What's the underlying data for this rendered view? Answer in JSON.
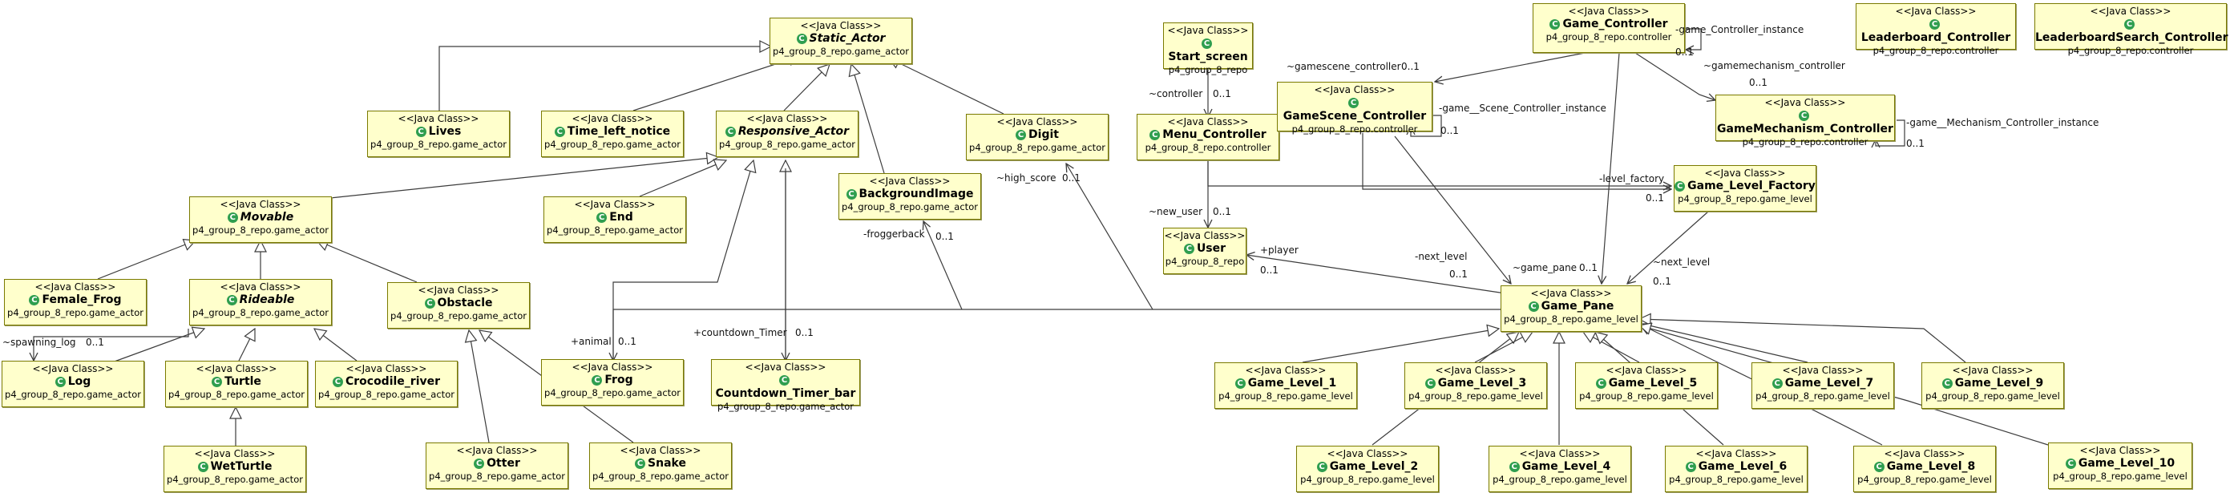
{
  "classes": {
    "static_actor": {
      "stereotype": "<<Java Class>>",
      "name": "Static_Actor",
      "package": "p4_group_8_repo.game_actor"
    },
    "lives": {
      "stereotype": "<<Java Class>>",
      "name": "Lives",
      "package": "p4_group_8_repo.game_actor"
    },
    "time_left_notice": {
      "stereotype": "<<Java Class>>",
      "name": "Time_left_notice",
      "package": "p4_group_8_repo.game_actor"
    },
    "responsive_actor": {
      "stereotype": "<<Java Class>>",
      "name": "Responsive_Actor",
      "package": "p4_group_8_repo.game_actor"
    },
    "digit": {
      "stereotype": "<<Java Class>>",
      "name": "Digit",
      "package": "p4_group_8_repo.game_actor"
    },
    "movable": {
      "stereotype": "<<Java Class>>",
      "name": "Movable",
      "package": "p4_group_8_repo.game_actor"
    },
    "end": {
      "stereotype": "<<Java Class>>",
      "name": "End",
      "package": "p4_group_8_repo.game_actor"
    },
    "background_image": {
      "stereotype": "<<Java Class>>",
      "name": "BackgroundImage",
      "package": "p4_group_8_repo.game_actor"
    },
    "female_frog": {
      "stereotype": "<<Java Class>>",
      "name": "Female_Frog",
      "package": "p4_group_8_repo.game_actor"
    },
    "rideable": {
      "stereotype": "<<Java Class>>",
      "name": "Rideable",
      "package": "p4_group_8_repo.game_actor"
    },
    "obstacle": {
      "stereotype": "<<Java Class>>",
      "name": "Obstacle",
      "package": "p4_group_8_repo.game_actor"
    },
    "log": {
      "stereotype": "<<Java Class>>",
      "name": "Log",
      "package": "p4_group_8_repo.game_actor"
    },
    "turtle": {
      "stereotype": "<<Java Class>>",
      "name": "Turtle",
      "package": "p4_group_8_repo.game_actor"
    },
    "crocodile_river": {
      "stereotype": "<<Java Class>>",
      "name": "Crocodile_river",
      "package": "p4_group_8_repo.game_actor"
    },
    "wet_turtle": {
      "stereotype": "<<Java Class>>",
      "name": "WetTurtle",
      "package": "p4_group_8_repo.game_actor"
    },
    "otter": {
      "stereotype": "<<Java Class>>",
      "name": "Otter",
      "package": "p4_group_8_repo.game_actor"
    },
    "snake": {
      "stereotype": "<<Java Class>>",
      "name": "Snake",
      "package": "p4_group_8_repo.game_actor"
    },
    "frog": {
      "stereotype": "<<Java Class>>",
      "name": "Frog",
      "package": "p4_group_8_repo.game_actor"
    },
    "countdown_timer_bar": {
      "stereotype": "<<Java Class>>",
      "name": "Countdown_Timer_bar",
      "package": "p4_group_8_repo.game_actor"
    },
    "start_screen": {
      "stereotype": "<<Java Class>>",
      "name": "Start_screen",
      "package": "p4_group_8_repo"
    },
    "menu_controller": {
      "stereotype": "<<Java Class>>",
      "name": "Menu_Controller",
      "package": "p4_group_8_repo.controller"
    },
    "user": {
      "stereotype": "<<Java Class>>",
      "name": "User",
      "package": "p4_group_8_repo"
    },
    "game_controller": {
      "stereotype": "<<Java Class>>",
      "name": "Game_Controller",
      "package": "p4_group_8_repo.controller"
    },
    "gamescene_controller": {
      "stereotype": "<<Java Class>>",
      "name": "GameScene_Controller",
      "package": "p4_group_8_repo.controller"
    },
    "leaderboard_controller": {
      "stereotype": "<<Java Class>>",
      "name": "Leaderboard_Controller",
      "package": "p4_group_8_repo.controller"
    },
    "leaderboardsearch_controller": {
      "stereotype": "<<Java Class>>",
      "name": "LeaderboardSearch_Controller",
      "package": "p4_group_8_repo.controller"
    },
    "gamemechanism_controller": {
      "stereotype": "<<Java Class>>",
      "name": "GameMechanism_Controller",
      "package": "p4_group_8_repo.controller"
    },
    "game_level_factory": {
      "stereotype": "<<Java Class>>",
      "name": "Game_Level_Factory",
      "package": "p4_group_8_repo.game_level"
    },
    "game_pane": {
      "stereotype": "<<Java Class>>",
      "name": "Game_Pane",
      "package": "p4_group_8_repo.game_level"
    },
    "game_level_1": {
      "stereotype": "<<Java Class>>",
      "name": "Game_Level_1",
      "package": "p4_group_8_repo.game_level"
    },
    "game_level_2": {
      "stereotype": "<<Java Class>>",
      "name": "Game_Level_2",
      "package": "p4_group_8_repo.game_level"
    },
    "game_level_3": {
      "stereotype": "<<Java Class>>",
      "name": "Game_Level_3",
      "package": "p4_group_8_repo.game_level"
    },
    "game_level_4": {
      "stereotype": "<<Java Class>>",
      "name": "Game_Level_4",
      "package": "p4_group_8_repo.game_level"
    },
    "game_level_5": {
      "stereotype": "<<Java Class>>",
      "name": "Game_Level_5",
      "package": "p4_group_8_repo.game_level"
    },
    "game_level_6": {
      "stereotype": "<<Java Class>>",
      "name": "Game_Level_6",
      "package": "p4_group_8_repo.game_level"
    },
    "game_level_7": {
      "stereotype": "<<Java Class>>",
      "name": "Game_Level_7",
      "package": "p4_group_8_repo.game_level"
    },
    "game_level_8": {
      "stereotype": "<<Java Class>>",
      "name": "Game_Level_8",
      "package": "p4_group_8_repo.game_level"
    },
    "game_level_9": {
      "stereotype": "<<Java Class>>",
      "name": "Game_Level_9",
      "package": "p4_group_8_repo.game_level"
    },
    "game_level_10": {
      "stereotype": "<<Java Class>>",
      "name": "Game_Level_10",
      "package": "p4_group_8_repo.game_level"
    }
  },
  "labels": {
    "game_controller_instance": "-game_Controller_instance",
    "game_controller_instance_mult": "0..1",
    "gamescene_controller_role": "~gamescene_controller",
    "gamescene_controller_mult": "0..1",
    "gamemechanism_controller_role": "~gamemechanism_controller",
    "gamemechanism_controller_mult": "0..1",
    "game_scene_controller_instance": "-game__Scene_Controller_instance",
    "game_scene_controller_instance_mult": "0..1",
    "game_mechanism_controller_instance": "-game__Mechanism_Controller_instance",
    "game_mechanism_controller_instance_mult": "0..1",
    "controller_role": "~controller",
    "controller_mult": "0..1",
    "new_user_role": "~new_user",
    "new_user_mult": "0..1",
    "level_factory_role": "-level_factory",
    "level_factory_mult": "0..1",
    "next_level_role_left": "-next_level",
    "next_level_mult_left": "0..1",
    "next_level_role_right": "~next_level",
    "next_level_mult_right": "0..1",
    "game_pane_role": "~game_pane",
    "game_pane_mult": "0..1",
    "player_role": "+player",
    "player_mult": "0..1",
    "high_score_role": "~high_score",
    "high_score_mult": "0..1",
    "froggerback_role": "-froggerback",
    "froggerback_mult": "0..1",
    "spawning_log_role": "~spawning_log",
    "spawning_log_mult": "0..1",
    "animal_role": "+animal",
    "animal_mult": "0..1",
    "countdown_timer_role": "+countdown_Timer",
    "countdown_timer_mult": "0..1"
  },
  "colors": {
    "class_fill": "#ffffcc",
    "class_border": "#7a7a00",
    "class_icon": "#2f9e4f",
    "line": "#3c3c3c"
  }
}
